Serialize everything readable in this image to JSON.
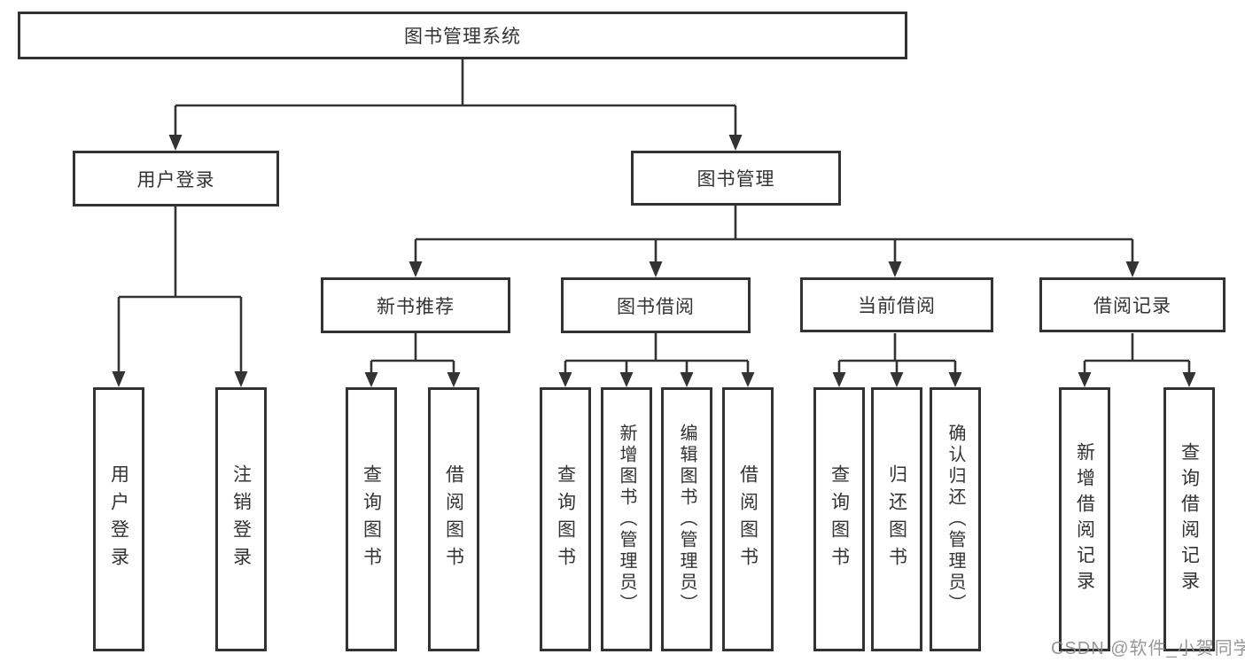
{
  "tree": {
    "label": "图书管理系统",
    "children": [
      {
        "label": "用户登录",
        "children": [
          {
            "label": "用户登录"
          },
          {
            "label": "注销登录"
          }
        ]
      },
      {
        "label": "图书管理",
        "children": [
          {
            "label": "新书推荐",
            "children": [
              {
                "label": "查询图书"
              },
              {
                "label": "借阅图书"
              }
            ]
          },
          {
            "label": "图书借阅",
            "children": [
              {
                "label": "查询图书"
              },
              {
                "label": "新增图书（管理员）"
              },
              {
                "label": "编辑图书（管理员）"
              },
              {
                "label": "借阅图书"
              }
            ]
          },
          {
            "label": "当前借阅",
            "children": [
              {
                "label": "查询图书"
              },
              {
                "label": "归还图书"
              },
              {
                "label": "确认归还（管理员）"
              }
            ]
          },
          {
            "label": "借阅记录",
            "children": [
              {
                "label": "新增借阅记录"
              },
              {
                "label": "查询借阅记录"
              }
            ]
          }
        ]
      }
    ]
  },
  "watermark": {
    "text": "CSDN @软件_小贺同学"
  },
  "colors": {
    "line": "#333333",
    "text": "#333333",
    "box_background": "#ffffff",
    "page_background": "#ffffff",
    "watermark": "#8c8c8c"
  }
}
